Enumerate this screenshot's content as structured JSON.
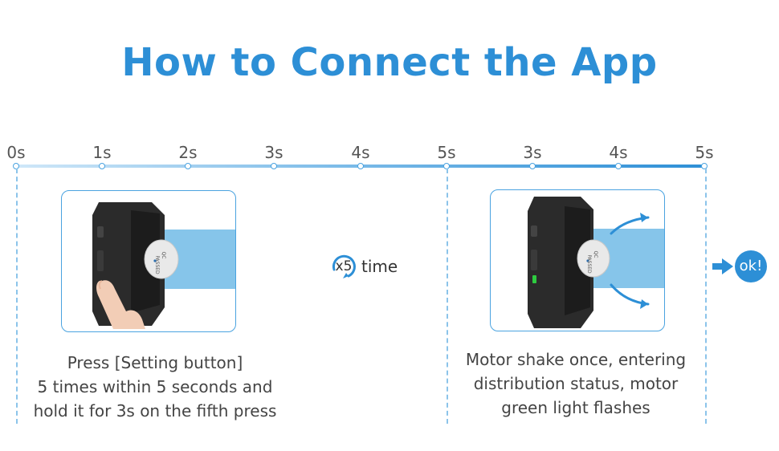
{
  "title": "How to Connect the App",
  "timeline": {
    "ticks": [
      "0s",
      "1s",
      "2s",
      "3s",
      "4s",
      "5s",
      "3s",
      "4s",
      "5s"
    ]
  },
  "steps": [
    {
      "caption_lines": [
        "Press [Setting button]",
        "5 times within 5 seconds and",
        "hold it for 3s on the fifth press"
      ],
      "label_text": [
        "QC",
        "PASSED"
      ]
    },
    {
      "caption_lines": [
        "Motor shake once, entering",
        "distribution status, motor",
        "green light flashes"
      ],
      "label_text": [
        "QC",
        "PASSED"
      ]
    }
  ],
  "repeat": {
    "count": "x5",
    "unit": "time"
  },
  "result": {
    "label": "ok!"
  },
  "colors": {
    "accent": "#2d8fd6",
    "tube": "#86c5ea",
    "housing": "#2b2b2b"
  }
}
